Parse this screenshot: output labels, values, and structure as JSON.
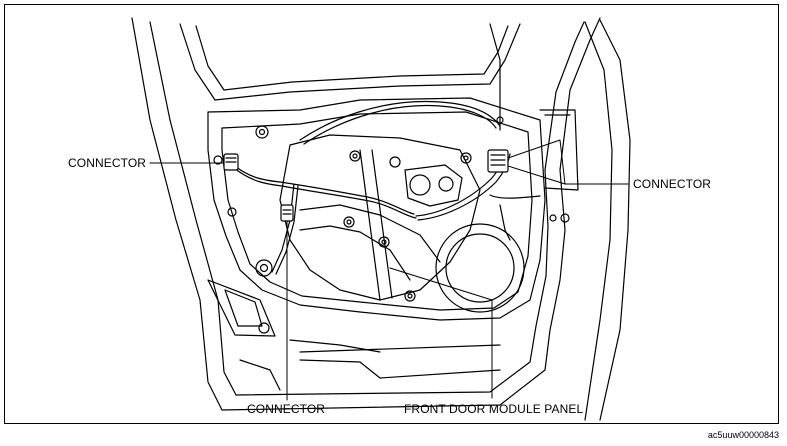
{
  "labels": {
    "connector_left": "CONNECTOR",
    "connector_right": "CONNECTOR",
    "connector_bottom": "CONNECTOR",
    "module_panel": "FRONT DOOR MODULE PANEL"
  },
  "figure_code": "ac5uuw00000843"
}
